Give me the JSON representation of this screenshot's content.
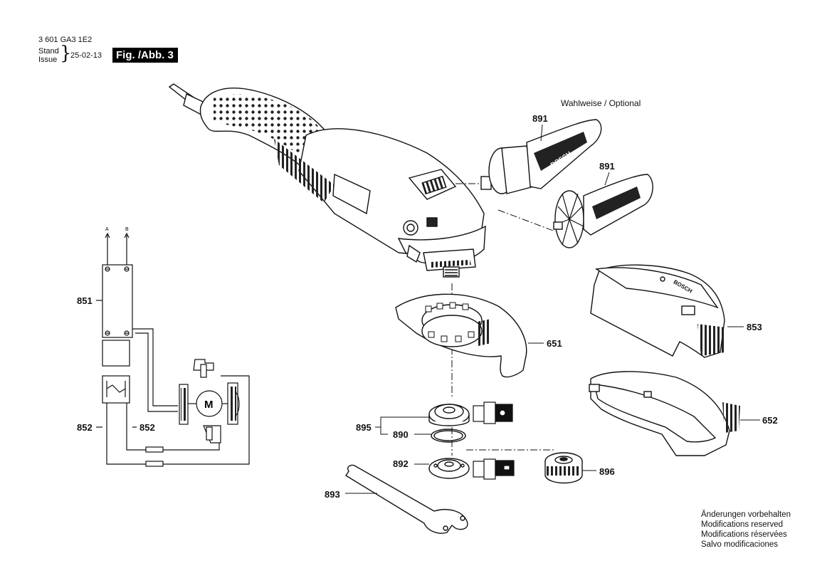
{
  "header": {
    "doc_id": "3 601 GA3 1E2",
    "stand": "Stand",
    "issue": "Issue",
    "date": "25-02-13",
    "figure": "Fig. /Abb. 3"
  },
  "optional_note": "Wahlweise / Optional",
  "parts": {
    "p891a": "891",
    "p891b": "891",
    "p851": "851",
    "p852a": "852",
    "p852b": "852",
    "p651": "651",
    "p853": "853",
    "p652": "652",
    "p895": "895",
    "p890": "890",
    "p892": "892",
    "p896": "896",
    "p893": "893"
  },
  "circuit": {
    "terminal_a": "A",
    "terminal_b": "B",
    "motor": "M"
  },
  "brand": "BOSCH",
  "notes": [
    "Änderungen vorbehalten",
    "Modifications reserved",
    "Modifications réservées",
    "Salvo modificaciones"
  ]
}
